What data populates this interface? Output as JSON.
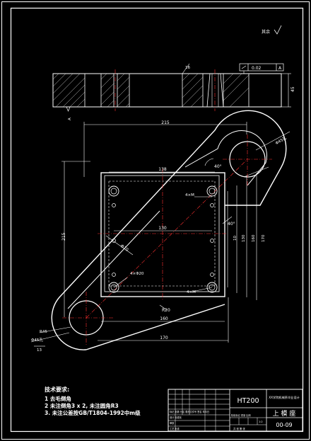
{
  "roughness_other": "其余",
  "dimensions": {
    "d215_width": "215",
    "d138": "138",
    "d130": "130",
    "d160_bottom": "160",
    "d170_bottom": "170",
    "d215_height": "215",
    "d10": "10",
    "d130_v": "130",
    "d160_v": "160",
    "d170_v": "170",
    "d45_side": "45",
    "angle_40a": "40°",
    "angle_40b": "40°",
    "angle_16": "16",
    "r20": "R20",
    "r45": "R45",
    "phi70": "Φ70",
    "phi45_r": "Φ45孔",
    "phi45_l": "Φ45孔",
    "dia20": "Φ20",
    "m4_top": "4×M",
    "m4_bottom": "4×M",
    "holes4": "4×Φ20",
    "d13": "13",
    "flatness": "0.02",
    "flatness_datum": "A"
  },
  "notes": {
    "title": "技术要求:",
    "line1": "1 去毛倒角",
    "line2": "2 未注倒角3 x 2, 未注圆角R3",
    "line3": "3. 未注公差按GB/T1804-1992中m级"
  },
  "title_block": {
    "material": "HT200",
    "school": "XX学院机械系毕业设计",
    "part_name": "上 模 座",
    "drawing_no": "00-09",
    "mark_row": "标记 处数 分区 更改文件号 签名 年月日",
    "design_row": "设计 标准化",
    "stage_row": "阶段标记 重量 比例",
    "scale": "1:2",
    "sheet_row": "共 张 第 张",
    "review_row": "审核",
    "process_row": "工艺 批准"
  }
}
